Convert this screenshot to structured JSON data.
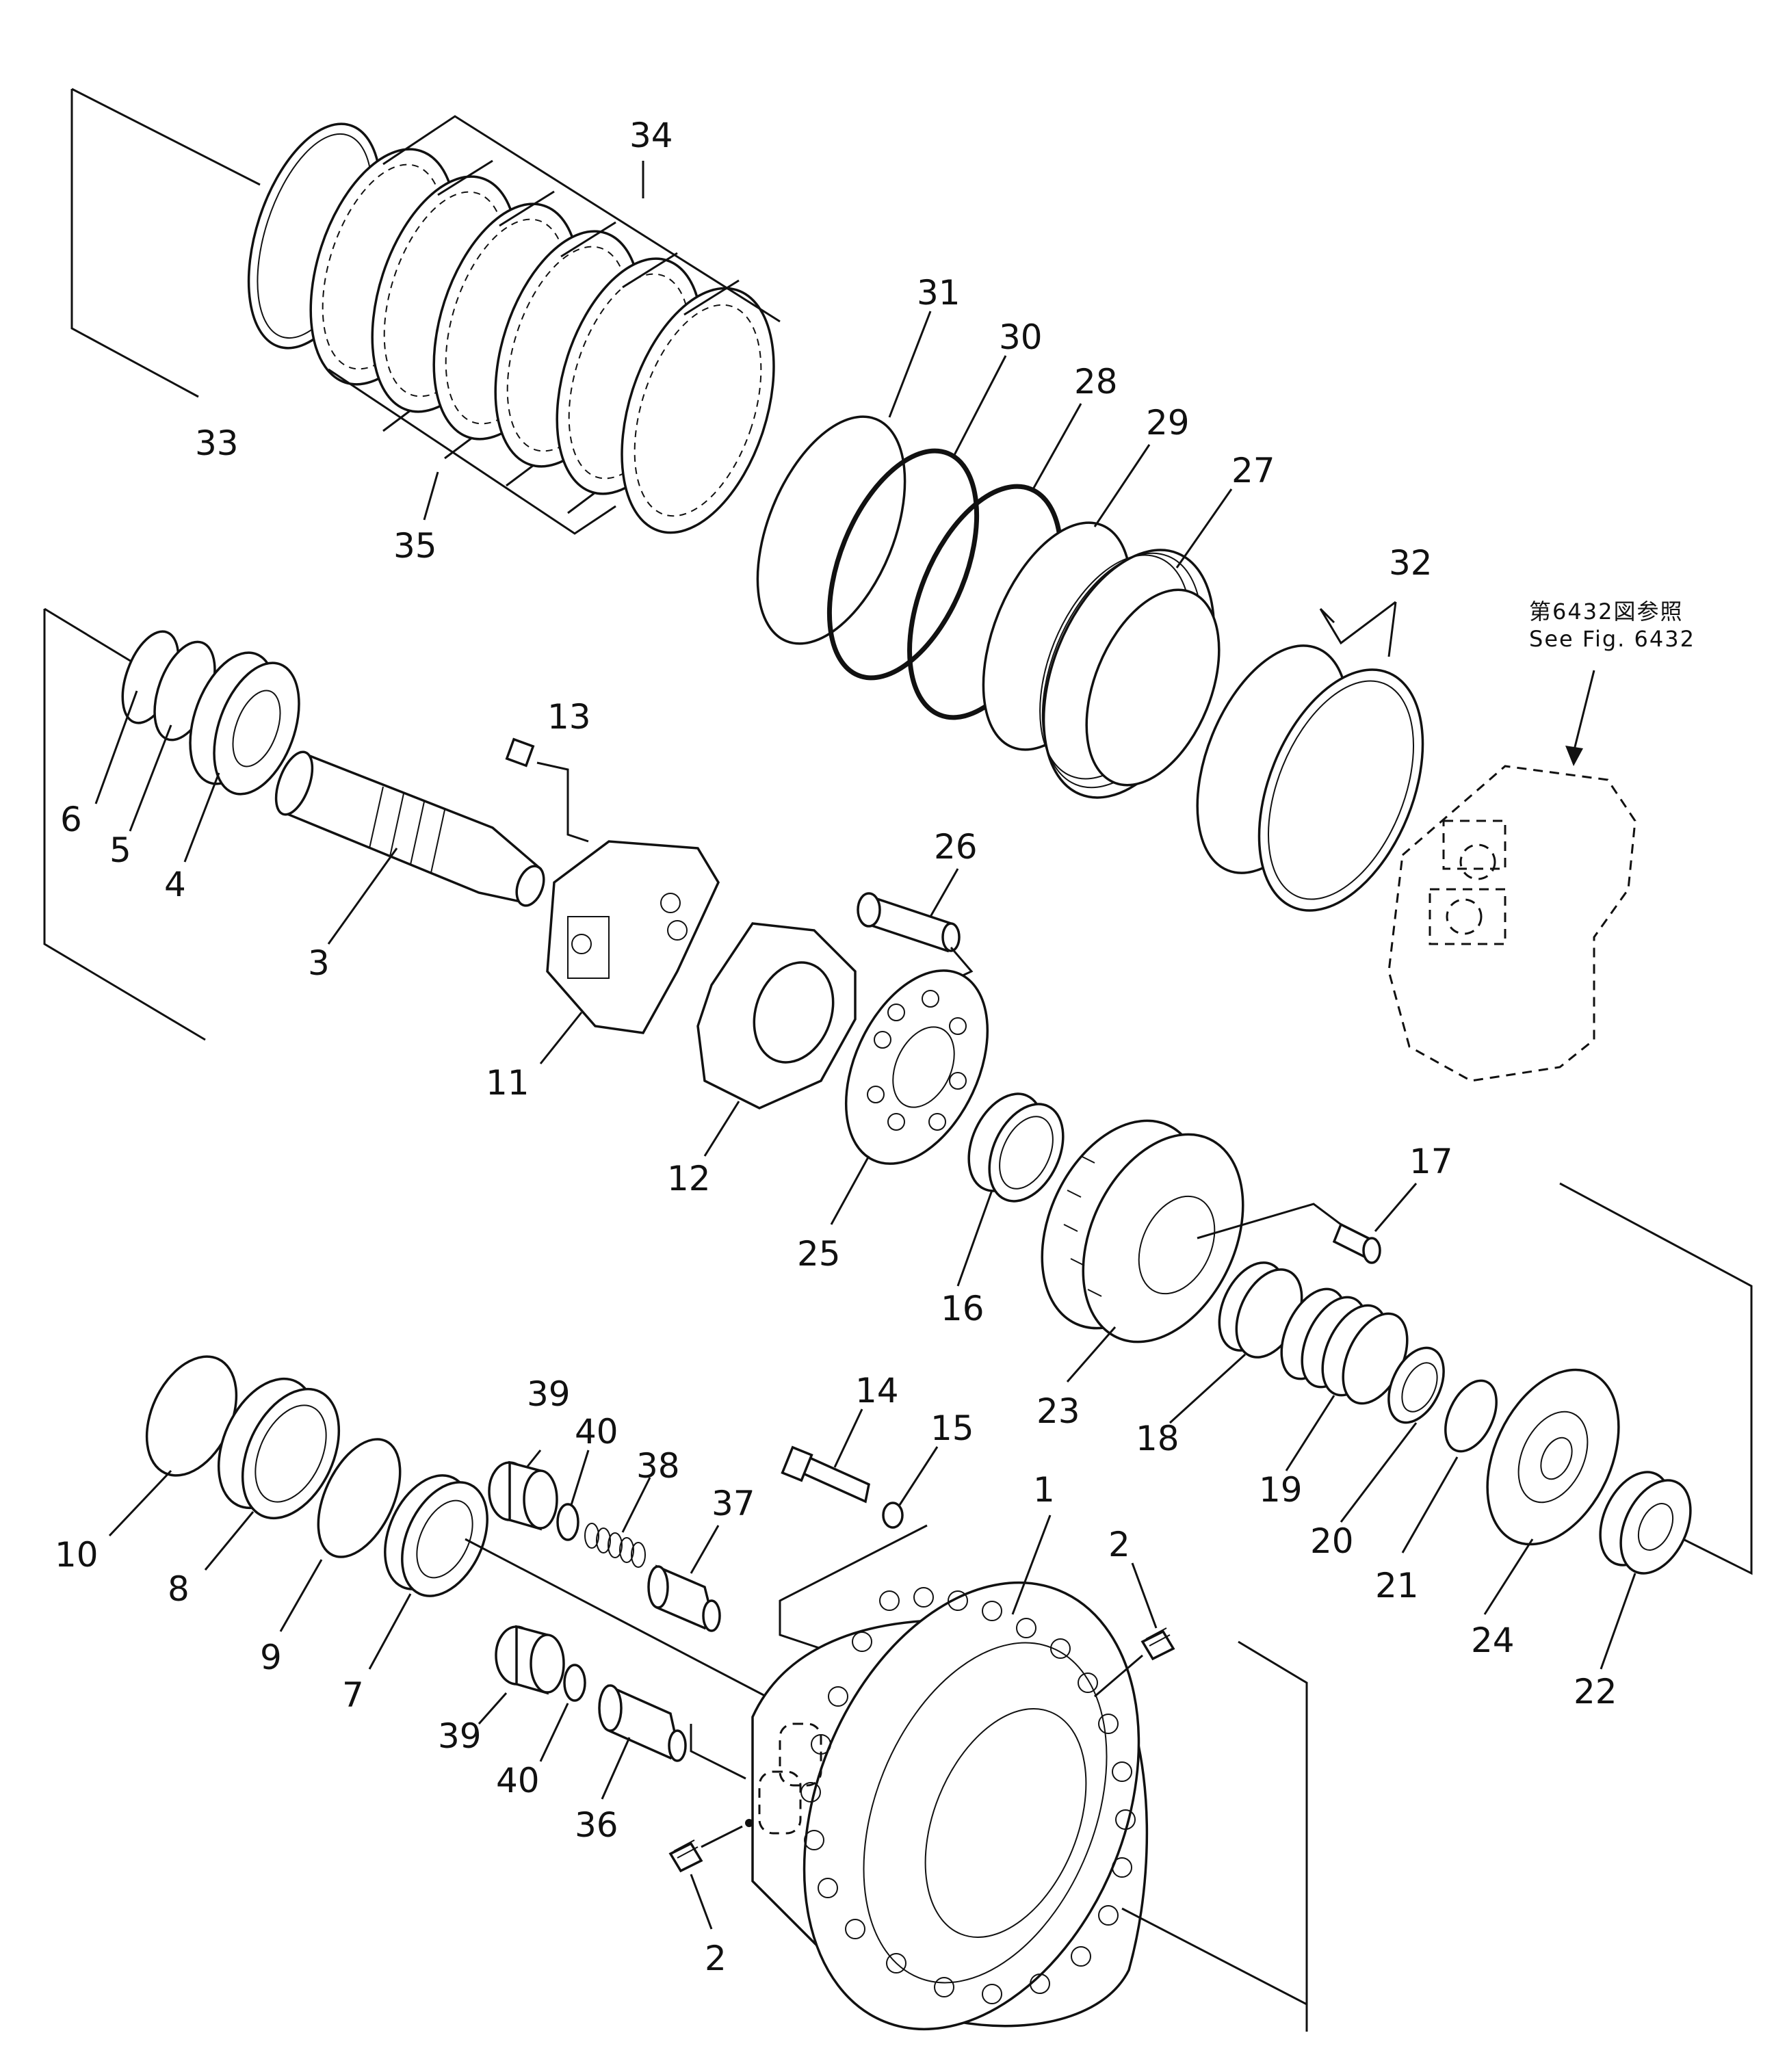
{
  "diagram": {
    "reference_note": {
      "line1": "第6432図参照",
      "line2": "See Fig. 6432"
    },
    "part_labels": [
      "1",
      "2",
      "2",
      "3",
      "4",
      "5",
      "6",
      "7",
      "8",
      "9",
      "10",
      "11",
      "12",
      "13",
      "14",
      "15",
      "16",
      "17",
      "18",
      "19",
      "20",
      "21",
      "22",
      "23",
      "24",
      "25",
      "26",
      "27",
      "28",
      "29",
      "30",
      "31",
      "32",
      "33",
      "34",
      "35",
      "36",
      "37",
      "38",
      "39",
      "39",
      "40",
      "40"
    ]
  }
}
